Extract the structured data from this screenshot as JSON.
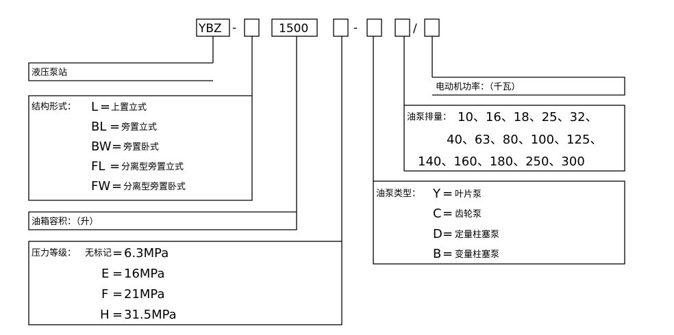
{
  "code": {
    "prefix": "YBZ",
    "dash1": "-",
    "capacity": "1500",
    "dash2": "-",
    "slash": "/"
  },
  "boxes": {
    "station": {
      "label": "液压泵站"
    },
    "structure": {
      "label": "结构形式：",
      "items": [
        {
          "code": "L",
          "eq": "=",
          "text": "上置立式"
        },
        {
          "code": "BL",
          "eq": "=",
          "text": "旁置立式"
        },
        {
          "code": "BW",
          "eq": "=",
          "text": "旁置卧式"
        },
        {
          "code": "FL",
          "eq": "=",
          "text": "分离型旁置立式"
        },
        {
          "code": "FW",
          "eq": "=",
          "text": "分离型旁置卧式"
        }
      ]
    },
    "tank": {
      "label": "油箱容积：（升）"
    },
    "pressure": {
      "label": "压力等级：",
      "items": [
        {
          "code": "无标记",
          "eq": "=",
          "text": "6.3MPa"
        },
        {
          "code": "E",
          "eq": "=",
          "text": "16MPa"
        },
        {
          "code": "F",
          "eq": "=",
          "text": "21MPa"
        },
        {
          "code": "H",
          "eq": "=",
          "text": "31.5MPa"
        }
      ]
    },
    "motor": {
      "label": "电动机功率：（千瓦）"
    },
    "displacement": {
      "label": "油泵排量：",
      "lines": [
        "10、16、18、25、32、",
        "40、63、80、100、125、",
        "140、160、180、250、300"
      ]
    },
    "pumptype": {
      "label": "油泵类型：",
      "items": [
        {
          "code": "Y",
          "eq": "=",
          "text": "叶片泵"
        },
        {
          "code": "C",
          "eq": "=",
          "text": "齿轮泵"
        },
        {
          "code": "D",
          "eq": "=",
          "text": "定量柱塞泵"
        },
        {
          "code": "B",
          "eq": "=",
          "text": "变量柱塞泵"
        }
      ]
    }
  }
}
